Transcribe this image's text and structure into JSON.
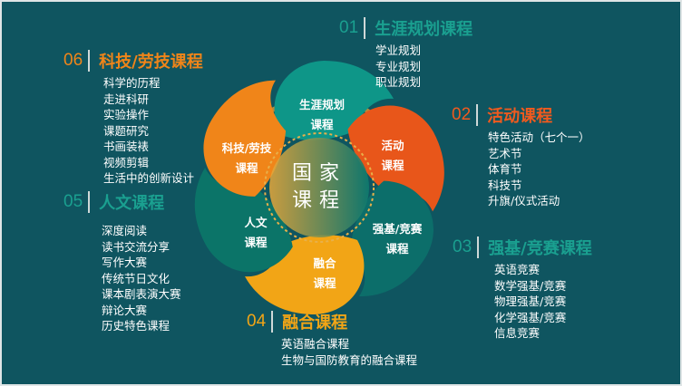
{
  "center": {
    "line1": "国家",
    "line2": "课程"
  },
  "petals": [
    {
      "l1": "生涯规划",
      "l2": "课程",
      "color": "#0e9688"
    },
    {
      "l1": "活动",
      "l2": "课程",
      "color": "#e8561a"
    },
    {
      "l1": "强基/竞赛",
      "l2": "课程",
      "color": "#0c6e6a"
    },
    {
      "l1": "融合",
      "l2": "课程",
      "color": "#f2a516"
    },
    {
      "l1": "人文",
      "l2": "课程",
      "color": "#0b7468"
    },
    {
      "l1": "科技/劳技",
      "l2": "课程",
      "color": "#f08519"
    }
  ],
  "sections": [
    {
      "num": "01",
      "title": "生涯规划课程",
      "color": "#1aa090",
      "items": [
        "学业规划",
        "专业规划",
        "职业规划"
      ]
    },
    {
      "num": "02",
      "title": "活动课程",
      "color": "#f05a1e",
      "items": [
        "特色活动（七个一）",
        "艺术节",
        "体育节",
        "科技节",
        "升旗/仪式活动"
      ]
    },
    {
      "num": "03",
      "title": "强基/竞赛课程",
      "color": "#1aa090",
      "items": [
        "英语竞赛",
        "数学强基/竞赛",
        "物理强基/竞赛",
        "化学强基/竞赛",
        "信息竞赛"
      ]
    },
    {
      "num": "04",
      "title": "融合课程",
      "color": "#f2a516",
      "items": [
        "英语融合课程",
        "生物与国防教育的融合课程"
      ]
    },
    {
      "num": "05",
      "title": "人文课程",
      "color": "#1aa090",
      "items": [
        "深度阅读",
        "读书交流分享",
        "写作大赛",
        "传统节日文化",
        "课本剧表演大赛",
        "辩论大赛",
        "历史特色课程"
      ]
    },
    {
      "num": "06",
      "title": "科技/劳技课程",
      "color": "#f08519",
      "items": [
        "科学的历程",
        "走进科研",
        "实验操作",
        "课题研究",
        "书画装裱",
        "视频剪辑",
        "生活中的创新设计"
      ]
    }
  ]
}
